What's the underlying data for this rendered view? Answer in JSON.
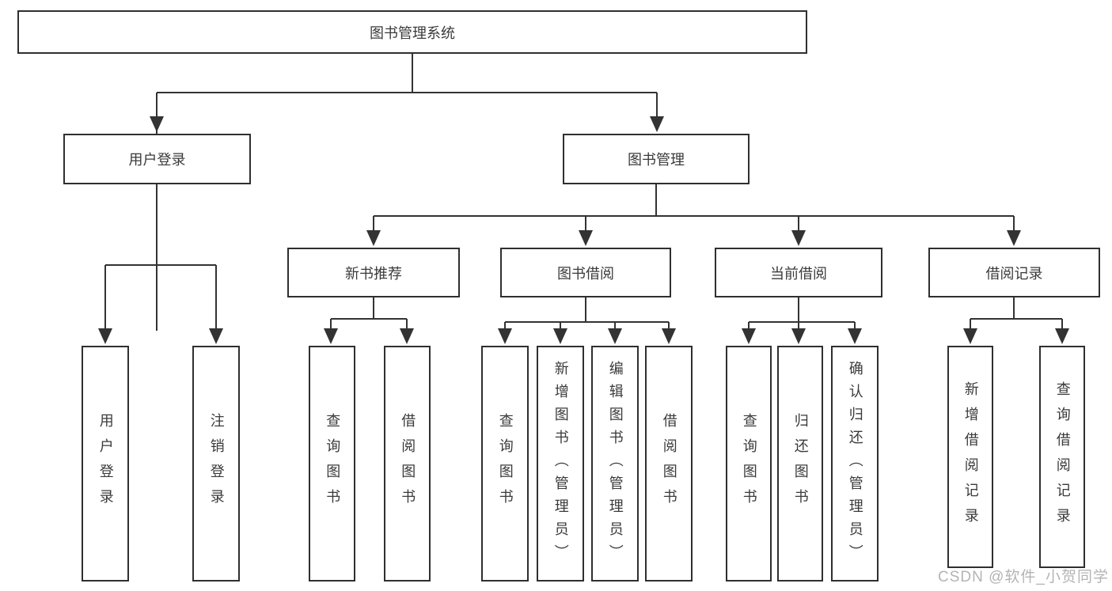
{
  "watermark": "CSDN @软件_小贺同学",
  "colors": {
    "line": "#333333",
    "box_border": "#2f2f2f",
    "text": "#3a3a3a",
    "watermark": "#b4b4b4",
    "background": "#ffffff"
  },
  "diagram": {
    "root": {
      "label": "图书管理系统",
      "children": [
        {
          "label": "用户登录",
          "children": [
            {
              "label": "用户登录"
            },
            {
              "label": "注销登录"
            }
          ]
        },
        {
          "label": "图书管理",
          "children": [
            {
              "label": "新书推荐",
              "children": [
                {
                  "label": "查询图书"
                },
                {
                  "label": "借阅图书"
                }
              ]
            },
            {
              "label": "图书借阅",
              "children": [
                {
                  "label": "查询图书"
                },
                {
                  "label": "新增图书（管理员）"
                },
                {
                  "label": "编辑图书（管理员）"
                },
                {
                  "label": "借阅图书"
                }
              ]
            },
            {
              "label": "当前借阅",
              "children": [
                {
                  "label": "查询图书"
                },
                {
                  "label": "归还图书"
                },
                {
                  "label": "确认归还（管理员）"
                }
              ]
            },
            {
              "label": "借阅记录",
              "children": [
                {
                  "label": "新增借阅记录"
                },
                {
                  "label": "查询借阅记录"
                }
              ]
            }
          ]
        }
      ]
    }
  }
}
